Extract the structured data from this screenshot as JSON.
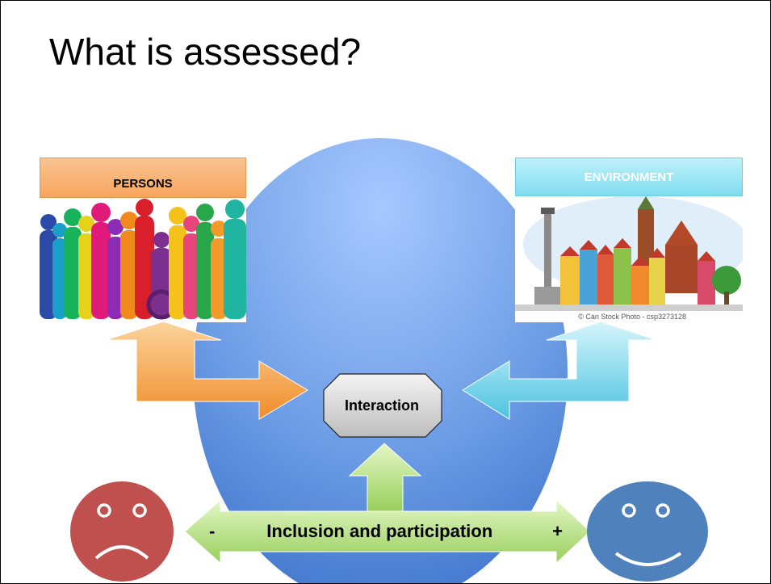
{
  "slide": {
    "title": "What is assessed?"
  },
  "persons": {
    "label": "PERSONS"
  },
  "environment": {
    "label": "ENVIRONMENT",
    "photo_credit": "© Can Stock Photo - csp3273128"
  },
  "center": {
    "label": "Interaction"
  },
  "scale": {
    "minus": "-",
    "label": "Inclusion and participation",
    "plus": "+"
  },
  "colors": {
    "circle": "#6f9fe0",
    "persons_arrow": "#f59a3d",
    "environment_arrow": "#5ccde6",
    "inclusion_arrow": "#a9d86b",
    "sad_face": "#c0504d",
    "happy_face": "#4f81bd"
  },
  "icons": {
    "sad_face": "sad-face-icon",
    "happy_face": "happy-face-icon"
  }
}
